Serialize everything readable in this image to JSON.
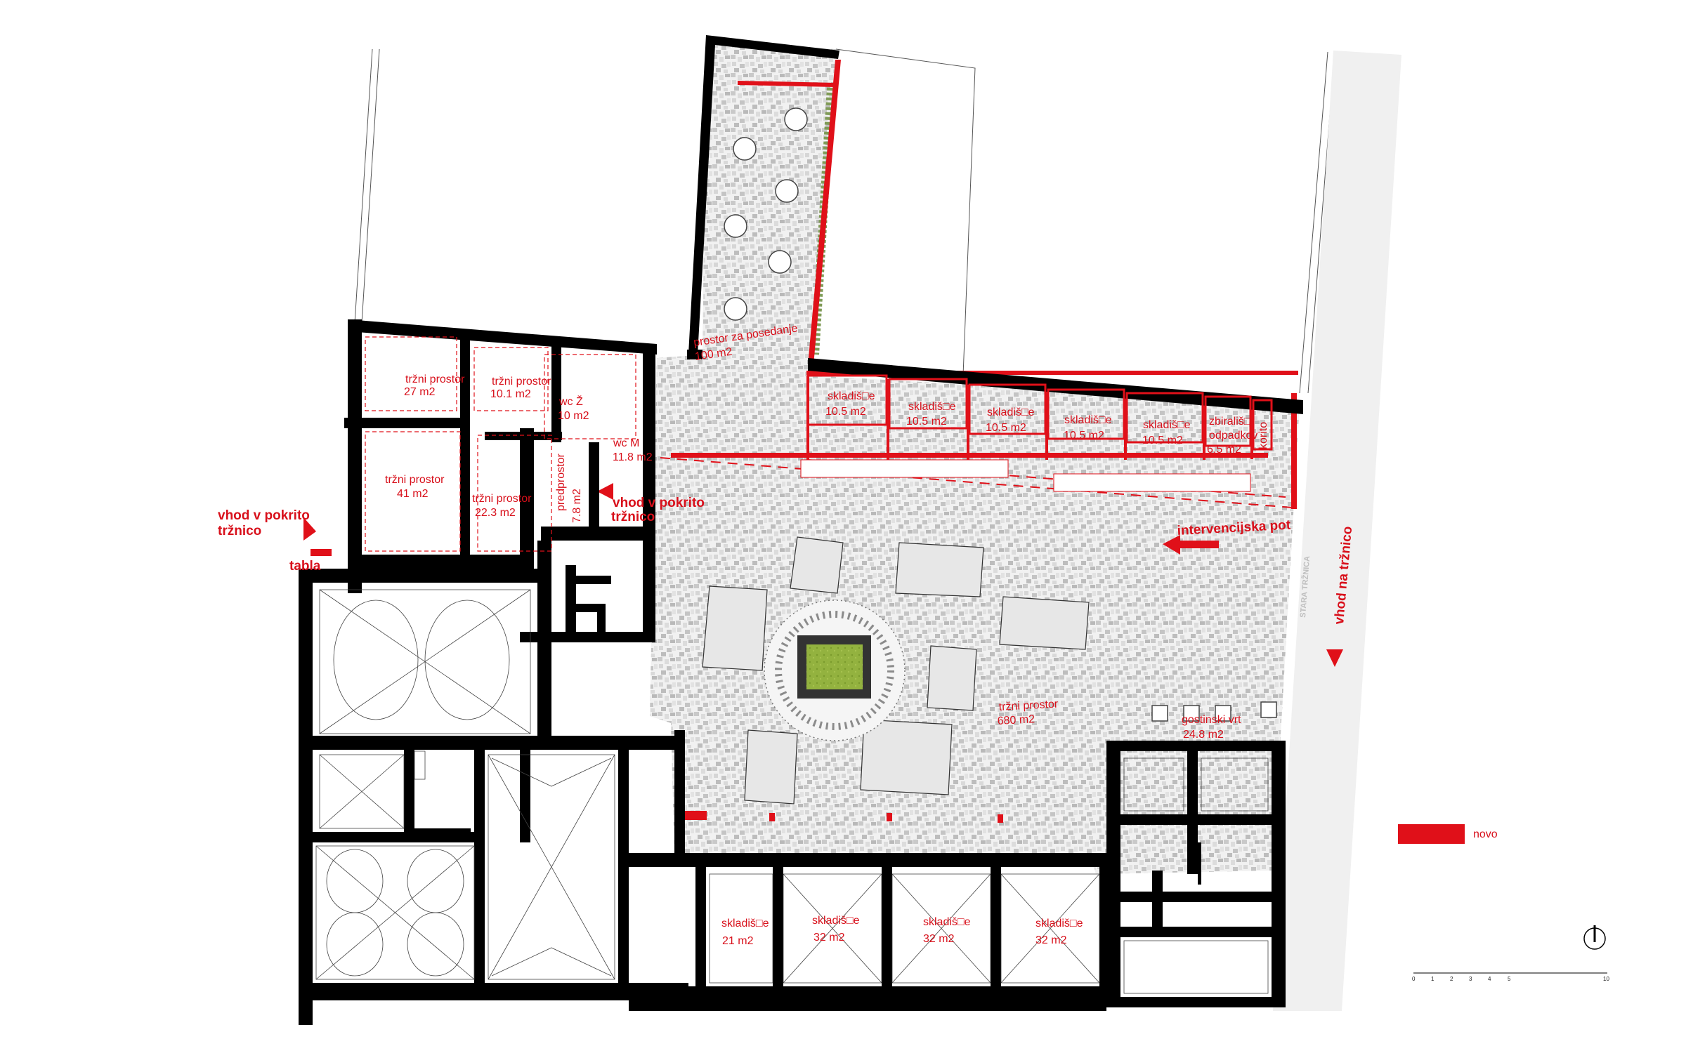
{
  "rooms": {
    "seating": {
      "name": "prostor za posedanje",
      "area": "100 m2"
    },
    "market_27": {
      "name": "tržni prostor",
      "area": "27 m2"
    },
    "market_10": {
      "name": "tržni prostor",
      "area": "10.1 m2"
    },
    "wc_z": {
      "name": "wc Ž",
      "area": "10 m2"
    },
    "wc_m": {
      "name": "wc M",
      "area": "11.8 m2"
    },
    "market_41": {
      "name": "tržni prostor",
      "area": "41 m2"
    },
    "market_22": {
      "name": "tržni prostor",
      "area": "22.3 m2"
    },
    "predprostor": {
      "name": "predprostor",
      "area": "7.8 m2"
    },
    "storage_top": [
      {
        "name": "skladiš□e",
        "area": "10.5 m2"
      },
      {
        "name": "skladiš□e",
        "area": "10.5 m2"
      },
      {
        "name": "skladiš□e",
        "area": "10.5 m2"
      },
      {
        "name": "skladiš□e",
        "area": "10.5 m2"
      },
      {
        "name": "skladiš□e",
        "area": "10.5 m2"
      }
    ],
    "waste": {
      "line1": "zbirališ□",
      "line2": "odpadkov",
      "area": "6.5 m2"
    },
    "korito": {
      "name": "korito"
    },
    "market_main": {
      "name": "tržni prostor",
      "area": "680 m2"
    },
    "garden": {
      "name": "gostinski vrt",
      "area": "24.8 m2"
    },
    "storage_bottom": [
      {
        "name": "skladiš□e",
        "area": "21 m2"
      },
      {
        "name": "skladiš□e",
        "area": "32 m2"
      },
      {
        "name": "skladiš□e",
        "area": "32 m2"
      },
      {
        "name": "skladiš□e",
        "area": "32 m2"
      }
    ]
  },
  "annotations": {
    "entrance_left": {
      "line1": "vhod v pokrito",
      "line2": "tržnico"
    },
    "board": "tabla",
    "entrance_mid": {
      "line1": "vhod v pokrito",
      "line2": "tržnico"
    },
    "emergency_route": "intervencijska pot",
    "entrance_market": "vhod na tržnico",
    "street_name": "STARA TRŽNICA"
  },
  "legend": {
    "new_label": "novo",
    "new_color": "#e01019"
  },
  "scale_bar": {
    "ticks": [
      "0",
      "1",
      "2",
      "3",
      "4",
      "5",
      "10"
    ]
  },
  "north_arrow": {
    "icon": "north-arrow-icon"
  },
  "colors": {
    "new_elements": "#e01019",
    "walls": "#000000",
    "tree_pit": "#8fae3c"
  }
}
